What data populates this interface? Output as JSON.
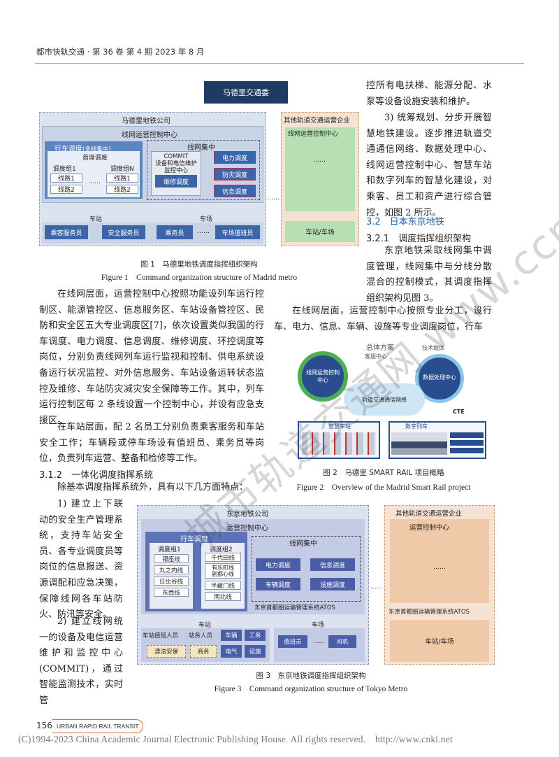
{
  "header": {
    "journal": "都市快轨交通 · 第 36 卷 第 4 期 2023 年 8 月"
  },
  "fig1": {
    "top": "马德里交通委",
    "company": "马德里地铁公司",
    "center": "线网运营控制中心",
    "dispatch": "行车调度",
    "dispatch_note": "(多线集中)",
    "chief": "首席调度",
    "group1": "调度组1",
    "groupN": "调度组N",
    "line1": "线路1",
    "line2": "线路2",
    "dots": "……",
    "central": "线网集中",
    "commit": "COMMIT\n设备和电信维护\n监控中心",
    "maint": "维修调度",
    "power": "电力调度",
    "disaster": "防灾调度",
    "info": "信息调度",
    "station": "车站",
    "depot": "车场",
    "passenger": "乘客服务员",
    "security": "安全服务员",
    "crew": "乘务员",
    "depot_staff": "车场值班员",
    "other_co": "其他轨道交通运营企业",
    "other_center": "线网运营控制中心",
    "other_dots": "……",
    "other_station": "车站/车场",
    "caption_zh": "图 1　马德里地铁调度指挥组织架构",
    "caption_en": "Figure 1　Command organization structure of Madrid metro"
  },
  "right_top": {
    "p1": "控所有电扶梯、能源分配、水泵等设备设施安装和维护。",
    "p2": "3) 统筹规划、分步开展智慧地铁建设。逐步推进轨道交通通信网络、数据处理中心、线网运营控制中心、智慧车站和数字列车的智慧化建设，对乘客、员工和资产进行综合管控，如图 2 所示。",
    "sec32": "3.2　日本东京地铁",
    "sec321": "3.2.1　调度指挥组织架构",
    "p3": "东京地铁采取线网集中调度管理，线网集中与分线分散混合的控制模式，其调度指挥组织架构见图 3。",
    "p4": "在线网层面，运营控制中心按照专业分工，设行车、电力、信息、车辆、设施等专业调度岗位，行车"
  },
  "left_mid": {
    "p1": "在线网层面，运营控制中心按照功能设列车运行控制区、能源管控区、信息服务区、车站设备管控区、民防和安全区五大专业调度区[7]，依次设置类似我国的行车调度、电力调度、信息调度、维修调度、环控调度等岗位，分别负责线网列车运行监视和控制、供电系统设备运行状况监控、对外信息服务、车站设备运转状态监控及维修、车站防灾减灾安全保障等工作。其中，列车运行控制区每 2 条线设置一个控制中心，并设有应急支援区。",
    "p2": "在车站层面，配 2 名员工分别负责乘客服务和车站安全工作；车辆段或停车场设有值班员、乘务员等岗位，负责列车运营、整备和检修等工作。",
    "sec312": "3.1.2　一体化调度指挥系统",
    "p3": "除基本调度指挥系统外，具有以下几方面特点：",
    "p4": "1) 建立上下联动的安全生产管理系统，支持车站安全员、各专业调度员等岗位的信息报送、资源调配和应急决策，保障线网各车站防火、防汛等安全。",
    "p5": "2) 建立线网统一的设备及电信运营维护和监控中心(COMMIT)，通过智能监测技术，实时管"
  },
  "fig2": {
    "overall": "总体方案",
    "customer": "客服中心",
    "tech": "技术载体",
    "center": "线网运营控制中心",
    "data": "数据处理中心",
    "network": "轨道交通通信网络",
    "station": "智慧车站",
    "train": "数字列车",
    "cte": "CTE",
    "caption_zh": "图 2　马德里 SMART RAIL 项目概略",
    "caption_en": "Figure 2　Overview of the Madrid Smart Rail project"
  },
  "fig3": {
    "company": "东京地铁公司",
    "center": "运营控制中心",
    "dispatch": "行车调度",
    "group1": "调度组1",
    "group2": "调度组2",
    "g1_lines": [
      "银座线",
      "丸之内线",
      "日比谷线",
      "东西线"
    ],
    "g2_lines": [
      "千代田线",
      "有乐町线\n副都心线",
      "半藏门线",
      "南北线"
    ],
    "central": "线网集中",
    "power": "电力调度",
    "info": "信息调度",
    "vehicle": "车辆调度",
    "facility": "设施调度",
    "atos": "东京首都圈运输管理系统ATOS",
    "station": "车站",
    "depot": "车场",
    "duty": "车站值班人员",
    "staff": "站务人员",
    "car": "车辆",
    "works": "工务",
    "clean": "清洁安保",
    "business": "商务",
    "elec": "电气",
    "signal": "设施",
    "depot_duty": "值班员",
    "depot_dots": "……",
    "driver": "司机",
    "other_co": "其他轨道交通运营企业",
    "other_center": "运营控制中心",
    "other_dots": "……",
    "other_atos": "东京首都圈运输管理系统ATOS",
    "other_station": "车站/车场",
    "side_dots": "……",
    "caption_zh": "图 3　东京地铁调度指挥组织架构",
    "caption_en": "Figure 3　Command organization structure of Tokyo Metro"
  },
  "footer": {
    "page": "156",
    "tag": "URBAN RAPID RAIL TRANSIT",
    "copyright": "(C)1994-2023 China Academic Journal Electronic Publishing House. All rights reserved.　http://www.cnki.net"
  },
  "watermark": "城市轨道交通网 www.ccmetro.com"
}
